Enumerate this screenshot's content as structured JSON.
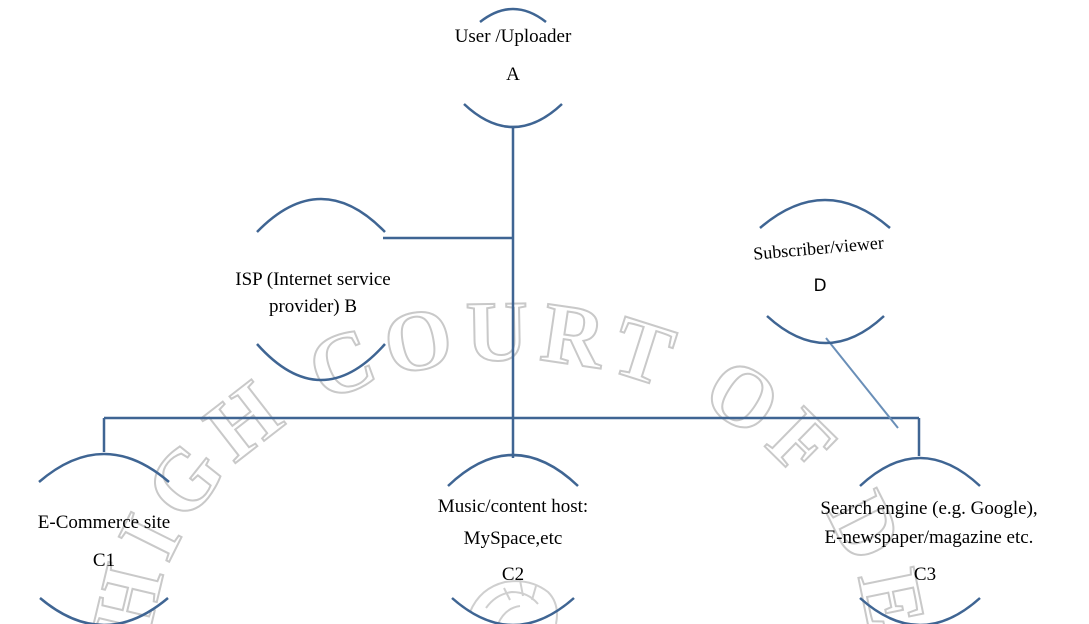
{
  "colors": {
    "line": "#3f6593",
    "text": "#000000",
    "watermark": "#c9c9c9"
  },
  "watermark": {
    "text": "HIGH COURT OF DELHI",
    "kind": "seal"
  },
  "nodes": {
    "a": {
      "label_line1": "User /Uploader",
      "label_line2": "A"
    },
    "b": {
      "label_line1": "ISP (Internet service",
      "label_line2": "provider) B"
    },
    "c1": {
      "label_line1": "E-Commerce site",
      "label_line2": "C1"
    },
    "c2": {
      "label_line1": "Music/content host:",
      "label_line2": "MySpace,etc",
      "label_line3": "C2"
    },
    "c3": {
      "label_line1": "Search engine (e.g. Google),",
      "label_line2": "E-newspaper/magazine etc.",
      "label_line3": "C3"
    },
    "d": {
      "label_line1": "Subscriber/viewer",
      "label_line2": "D"
    }
  }
}
